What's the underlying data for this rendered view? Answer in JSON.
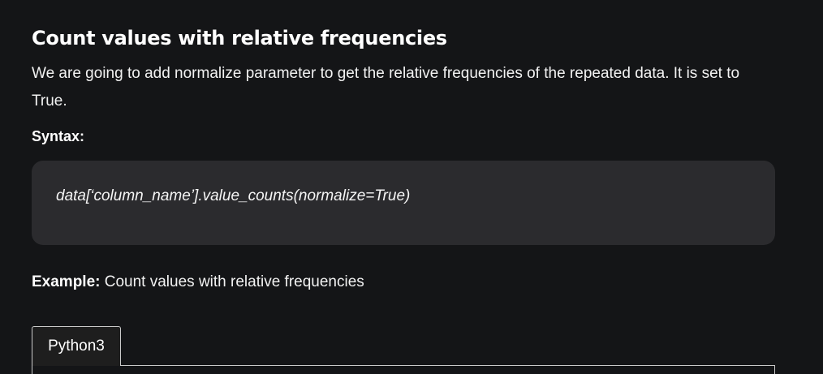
{
  "section": {
    "title": "Count values with relative frequencies",
    "description": "We are going to add normalize parameter to get the relative frequencies of the repeated data. It is set to True.",
    "syntax_label": "Syntax:",
    "syntax_code": "data[‘column_name’].value_counts(normalize=True)",
    "example_label": "Example:",
    "example_text": " Count values with relative frequencies"
  },
  "code_tabs": [
    {
      "label": "Python3",
      "active": true
    }
  ],
  "colors": {
    "background": "#141517",
    "code_box": "#2b2b2e",
    "text": "#ffffff",
    "tab_border": "#c9c9c9"
  }
}
